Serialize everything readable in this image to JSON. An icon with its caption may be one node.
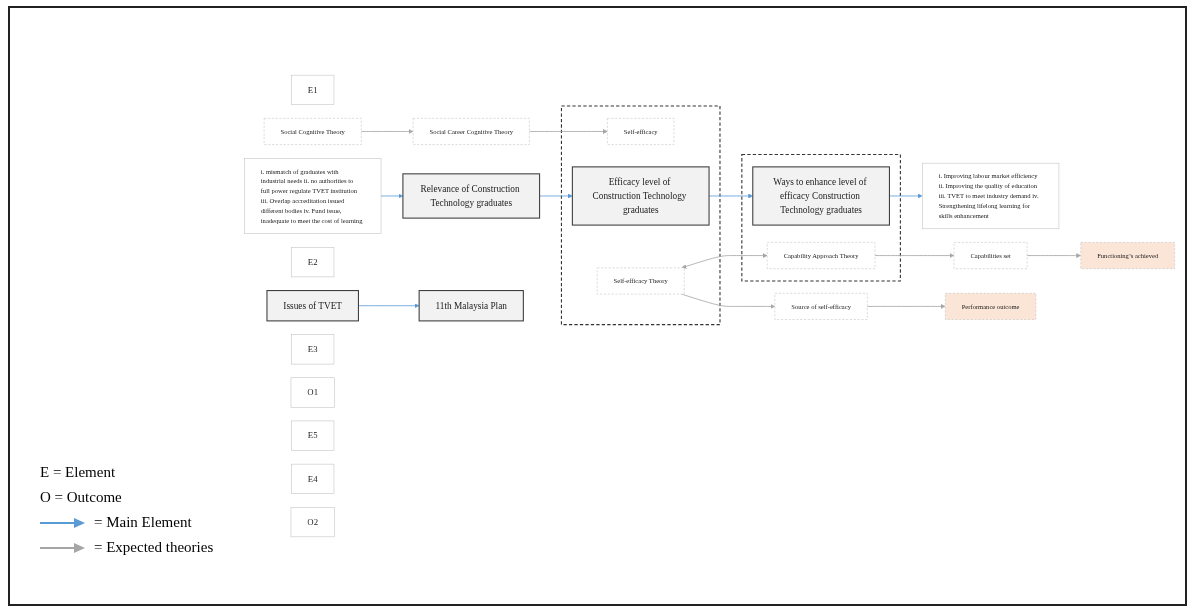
{
  "diagram": {
    "nodes": [
      {
        "text": [
          "E1"
        ]
      },
      {
        "text": [
          "Issues of TVET"
        ]
      },
      {
        "text": [
          "i. mismatch of graduates with industrial needs ii. no authorities to full power regulate TVET institution iii. Overlap accreditation issued different bodies iv. Fund issue, inadequate to meet the cost of learning"
        ]
      },
      {
        "text": [
          "E2"
        ]
      },
      {
        "text": [
          "Relevance of Construction Technology graduates"
        ]
      },
      {
        "text": [
          "Social Cognitive Theory"
        ]
      },
      {
        "text": [
          "Social Career Cognitive Theory"
        ]
      },
      {
        "text": [],
        "shape": "box"
      },
      {
        "text": [
          "Self-efficacy"
        ],
        "in": 7
      },
      {
        "text": [
          "E3"
        ]
      },
      {
        "text": [
          "Efficacy level of Construction Technology graduates"
        ],
        "in": 7
      },
      {
        "text": [
          "Self-efficacy Theory"
        ],
        "in": 7
      },
      {
        "text": [
          "Source of self-efficacy"
        ]
      },
      {
        "text": [
          "O1"
        ]
      },
      {
        "text": [
          "Performance outcome"
        ]
      },
      {
        "text": [
          "11th Malaysia Plan"
        ]
      },
      {
        "text": [
          "E5"
        ]
      },
      {
        "text": [
          "i. Improving labour market efficiency ii. Improving the quality of education iii. TVET to meet industry demand iv. Strengthening lifelong learning for skills enhancement"
        ]
      },
      {
        "text": [],
        "shape": "box"
      },
      {
        "text": [
          "E4"
        ]
      },
      {
        "text": [
          "Ways to enhance level of efficacy Construction Technology graduates"
        ],
        "in": 18
      },
      {
        "text": [
          "Capability Approach Theory"
        ],
        "in": 18
      },
      {
        "text": [
          "Capabilities set"
        ]
      },
      {
        "text": [
          "O2"
        ]
      },
      {
        "text": [
          "Functioning’s achieved"
        ]
      }
    ],
    "edges": [
      {
        "from": 1,
        "to": 15,
        "arrow": "to",
        "color": "#5b9bd5"
      },
      {
        "from": 2,
        "to": 4,
        "arrow": "to",
        "color": "#5b9bd5"
      },
      {
        "from": 4,
        "to": 10,
        "arrow": "to",
        "color": "#5b9bd5"
      },
      {
        "from": 10,
        "to": 20,
        "arrow": "to",
        "color": "#5b9bd5"
      },
      {
        "from": 20,
        "to": 17,
        "arrow": "to",
        "color": "#5b9bd5"
      },
      {
        "from": 5,
        "to": 6,
        "arrow": "to"
      },
      {
        "from": 6,
        "to": 8,
        "arrow": "to"
      },
      {
        "from": 11,
        "to": 12,
        "arrow": "to"
      },
      {
        "from": 12,
        "to": 14,
        "arrow": "to"
      },
      {
        "from": 11,
        "to": 21,
        "arrow": "both"
      },
      {
        "from": 21,
        "to": 22,
        "arrow": "to"
      },
      {
        "from": 22,
        "to": 24,
        "arrow": "to"
      }
    ],
    "legend": [
      {
        "text": "E = Element"
      },
      {
        "text": "O = Outcome"
      },
      {
        "text": "= Main Element",
        "color": "#5b9bd5"
      },
      {
        "text": "= Expected theories",
        "color": "#a6a6a6"
      }
    ]
  }
}
